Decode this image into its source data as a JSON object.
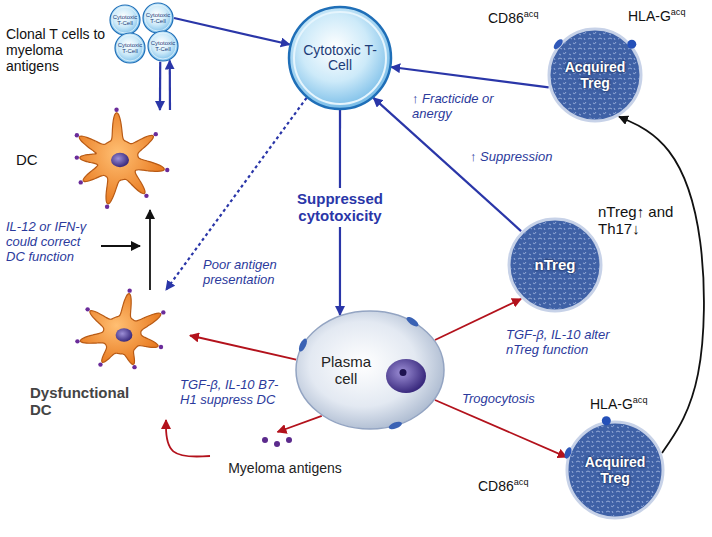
{
  "diagram": {
    "nodes": [
      {
        "text": [
          "Cytotoxic T-Cell"
        ]
      },
      {
        "text": [
          "Cytotoxic T-Cell"
        ]
      },
      {
        "text": [
          "Cytotoxic T-Cell"
        ]
      },
      {
        "text": [
          "Cytotoxic T-Cell"
        ]
      },
      {
        "text": [
          "DC"
        ]
      },
      {
        "text": [
          "Cytotoxic T-Cell"
        ]
      },
      {
        "text": [
          "Acquired Treg"
        ]
      },
      {
        "text": [
          "Dysfunctional DC"
        ]
      },
      {
        "text": [
          "nTreg"
        ]
      },
      {
        "text": [
          "Plasma cell"
        ]
      },
      {
        "text": [
          "Myeloma antigens"
        ]
      },
      {
        "text": [
          "Acquired Treg"
        ]
      }
    ],
    "edges": [
      {
        "from": 1,
        "to": 5,
        "arrow": "to"
      },
      {
        "from": 3,
        "to": 4,
        "arrow": "to"
      },
      {
        "from": 4,
        "to": 3,
        "arrow": "to"
      },
      {
        "from": 7,
        "to": 4,
        "arrow": "to"
      },
      {
        "from": 5,
        "to": 7,
        "arrow": "to",
        "label": "Poor antigen presentation"
      },
      {
        "from": 5,
        "to": 9,
        "arrow": "to",
        "label": "Suppressed cytotoxicity"
      },
      {
        "from": 6,
        "to": 5,
        "arrow": "to",
        "label": "↑ Fracticide or anergy"
      },
      {
        "from": 8,
        "to": 5,
        "arrow": "to",
        "label": "↑ Suppression"
      },
      {
        "from": 9,
        "to": 7,
        "arrow": "to",
        "label": "TGF-β, IL-10 B7-H1 suppress DC"
      },
      {
        "from": 9,
        "to": 10,
        "arrow": "to"
      },
      {
        "from": 10,
        "to": 7,
        "arrow": "to"
      },
      {
        "from": 9,
        "to": 8,
        "arrow": "to",
        "label": "TGF-β, IL-10 alter nTreg function"
      },
      {
        "from": 9,
        "to": 11,
        "arrow": "to",
        "label": "Trogocytosis"
      },
      {
        "from": 11,
        "to": 6,
        "arrow": "to"
      }
    ],
    "labels": [
      "Clonal T cells to myeloma antigens",
      "CD86acq",
      "HLA-Gacq",
      "nTreg↑ and Th17↓",
      "IL-12 or IFN-γ could correct DC function",
      "CD86acq",
      "HLA-Gacq"
    ]
  }
}
